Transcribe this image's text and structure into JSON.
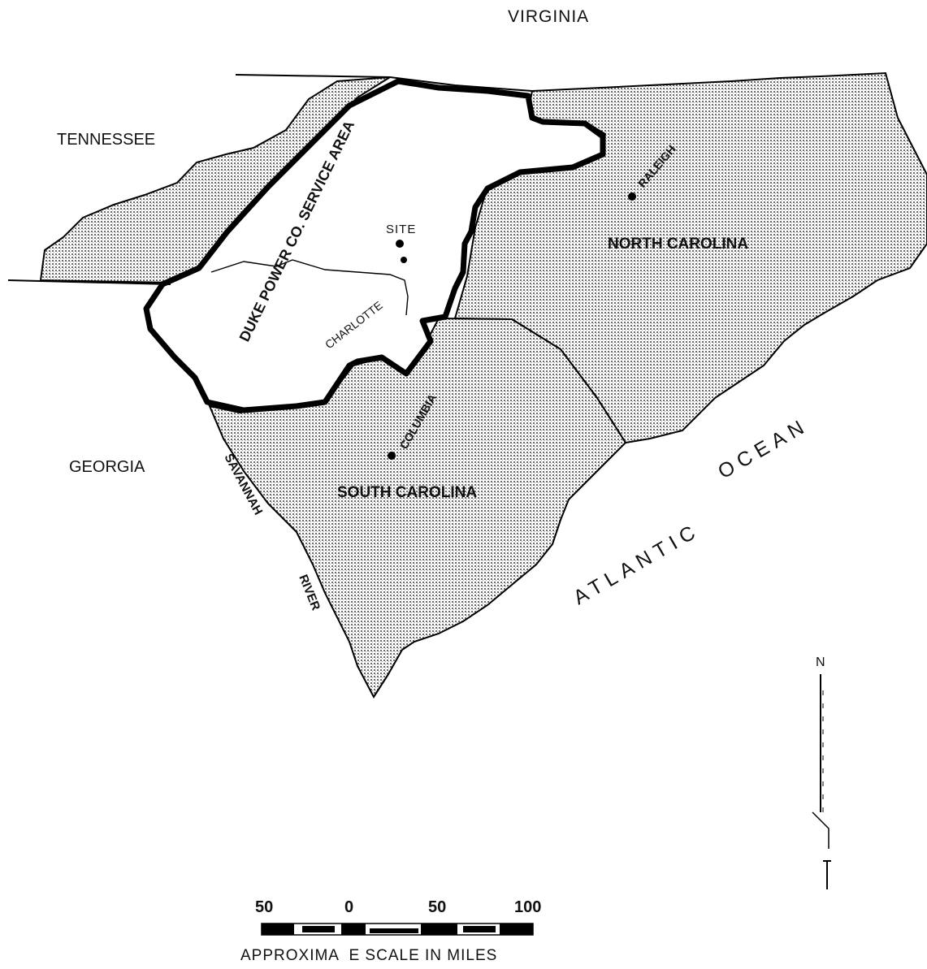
{
  "map": {
    "labels": {
      "virginia": "VIRGINIA",
      "tennessee": "TENNESSEE",
      "georgia": "GEORGIA",
      "north_carolina": "NORTH CAROLINA",
      "south_carolina": "SOUTH CAROLINA",
      "service_area": "DUKE POWER CO. SERVICE AREA",
      "site": "SITE",
      "charlotte": "CHARLOTTE",
      "raleigh": "RALEIGH",
      "columbia": "COLUMBIA",
      "savannah": "SAVANNAH",
      "river": "RIVER",
      "ocean_word1": "ATLANTIC",
      "ocean_word2": "OCEAN",
      "north": "N"
    },
    "scale": {
      "ticks": [
        "50",
        "0",
        "50",
        "100"
      ],
      "caption": "APPROXIMA  E SCALE IN MILES"
    },
    "colors": {
      "state_fill": "#d8d8d8",
      "boundary": "#000000",
      "background": "#ffffff"
    }
  }
}
